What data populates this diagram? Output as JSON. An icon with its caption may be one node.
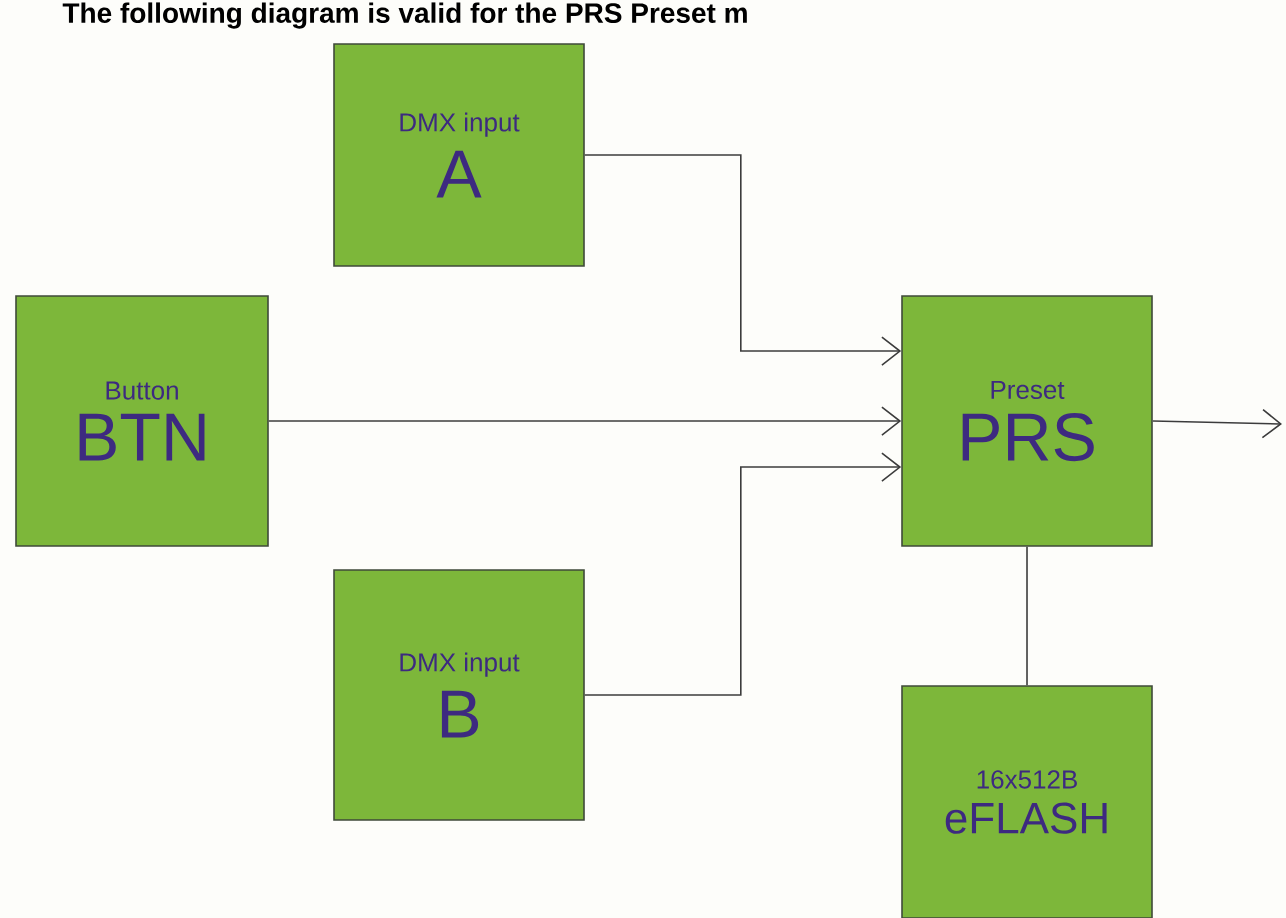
{
  "diagram": {
    "title": "The following diagram is valid for the PRS Preset m",
    "nodes": [
      {
        "text": [
          "DMX input",
          "A"
        ]
      },
      {
        "text": [
          "Button",
          "BTN"
        ]
      },
      {
        "text": [
          "DMX input",
          "B"
        ]
      },
      {
        "text": [
          "Preset",
          "PRS"
        ]
      },
      {
        "text": [
          "16x512B",
          "eFLASH"
        ]
      }
    ],
    "edges": [
      {
        "from": 0,
        "to": 3,
        "arrow": "to"
      },
      {
        "from": 1,
        "to": 3,
        "arrow": "to"
      },
      {
        "from": 2,
        "to": 3,
        "arrow": "to"
      },
      {
        "from": 3,
        "to": null,
        "arrow": "to"
      },
      {
        "from": 3,
        "to": 4,
        "arrow": "none"
      }
    ]
  }
}
